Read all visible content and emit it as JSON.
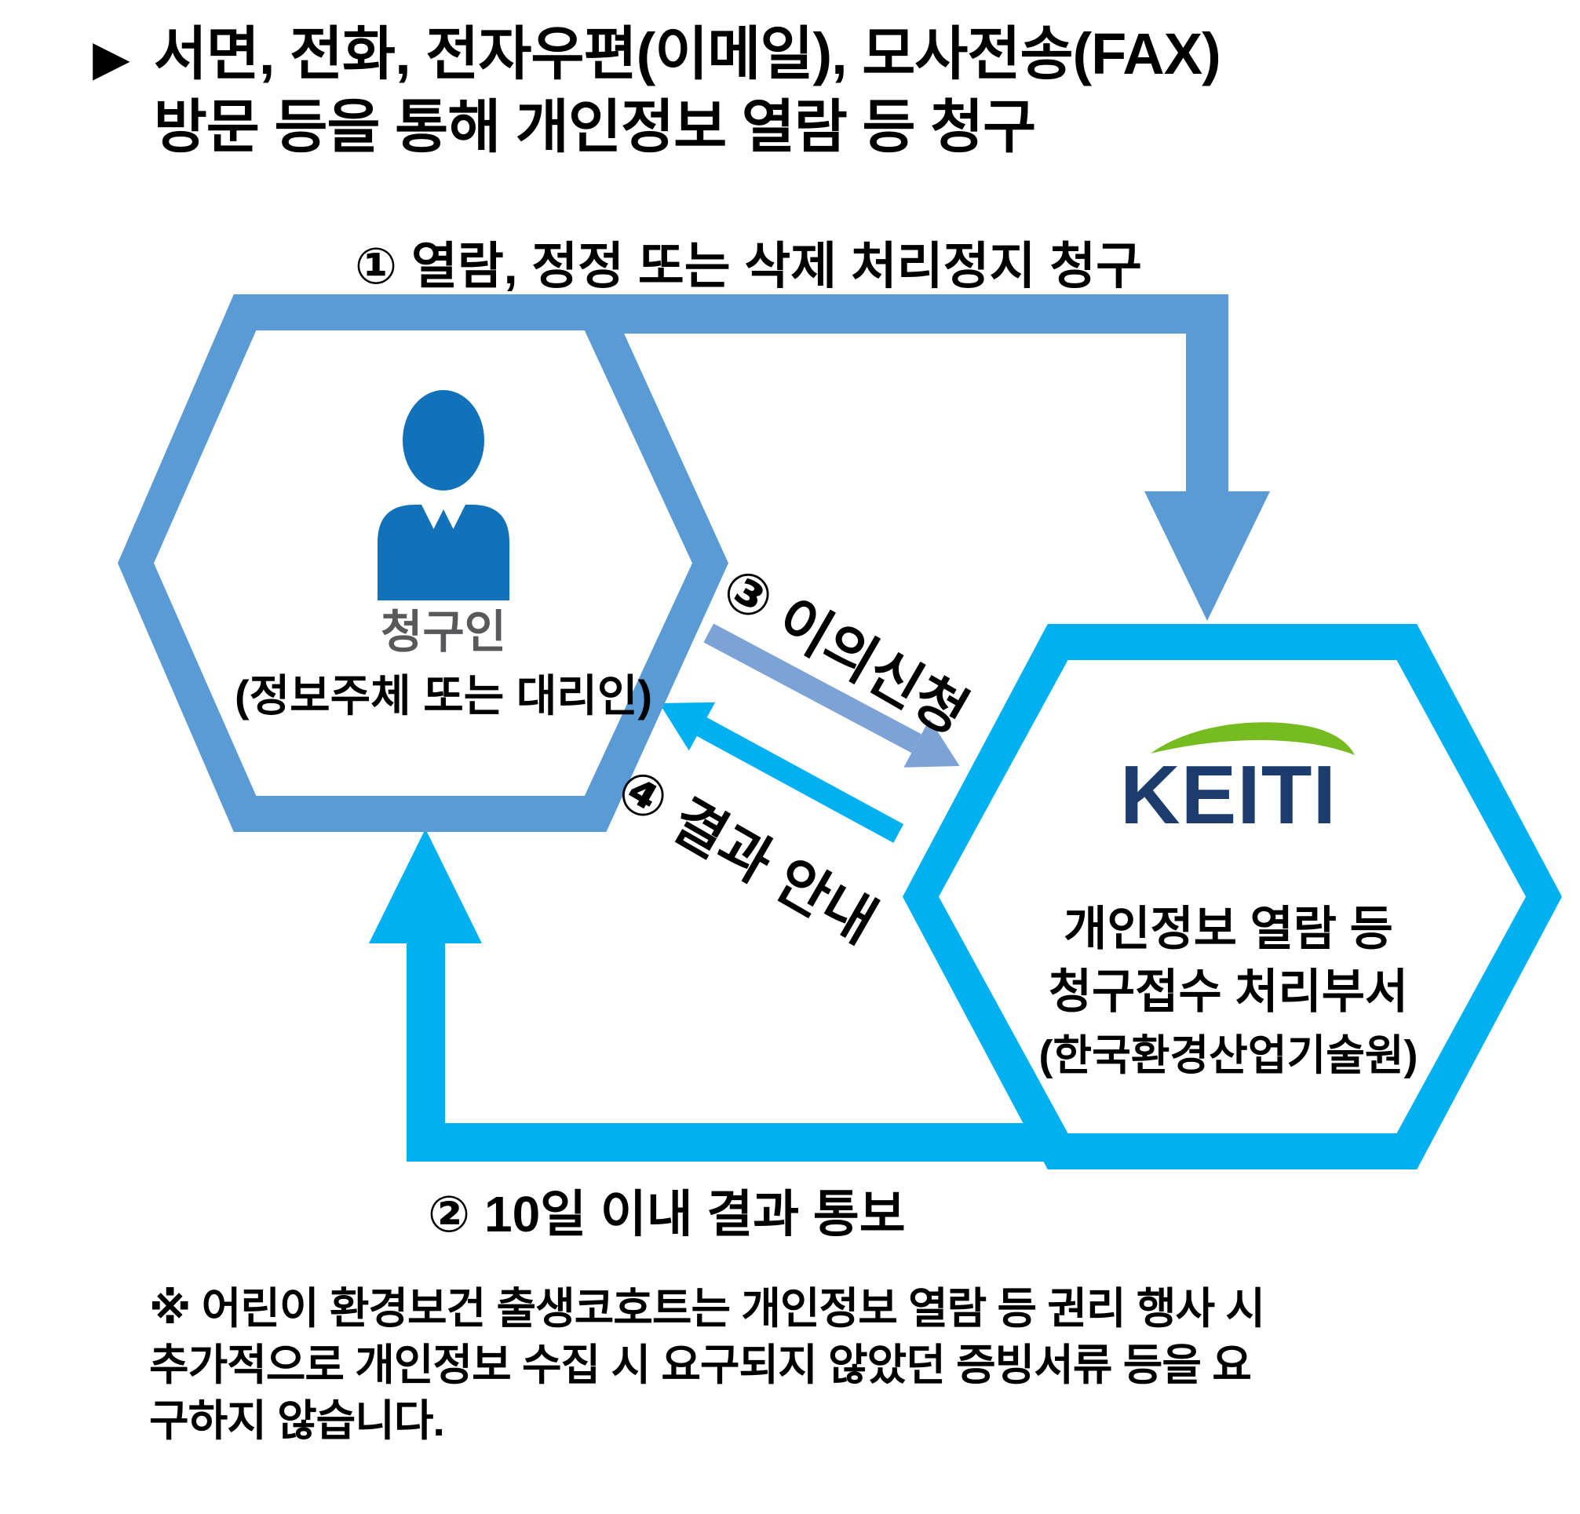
{
  "title": {
    "marker": "▶",
    "line1": "서면, 전화, 전자우편(이메일), 모사전송(FAX)",
    "line2": "방문 등을 통해 개인정보 열람 등 청구"
  },
  "steps": {
    "step1": "① 열람, 정정 또는 삭제 처리정지 청구",
    "step2": "② 10일 이내 결과 통보",
    "step3": "③ 이의신청",
    "step4": "④ 결과 안내"
  },
  "requester": {
    "title": "청구인",
    "subtitle": "(정보주체 또는 대리인)"
  },
  "processor": {
    "logo_text": "KEITI",
    "line1": "개인정보 열람 등",
    "line2": "청구접수 처리부서",
    "line3": "(한국환경산업기술원)"
  },
  "footnote": {
    "line1": "※ 어린이 환경보건 출생코호트는 개인정보 열람 등 권리 행사 시",
    "line2": "추가적으로 개인정보 수집 시 요구되지 않았던 증빙서류 등을 요",
    "line3": "구하지 않습니다."
  },
  "colors": {
    "requester_hexagon_border": "#5B9BD5",
    "processor_hexagon_border": "#00B0F0",
    "step1_arrow": "#5B9BD5",
    "step2_arrow": "#00B0F0",
    "step3_arrow": "#7DA2D6",
    "step4_arrow": "#00B0F0",
    "person_icon_blue": "#1272B9",
    "keiti_navy": "#1B3C6D",
    "keiti_leaf_green": "#76BC21",
    "requester_title_gray": "#58595B",
    "text_black": "#000000"
  }
}
